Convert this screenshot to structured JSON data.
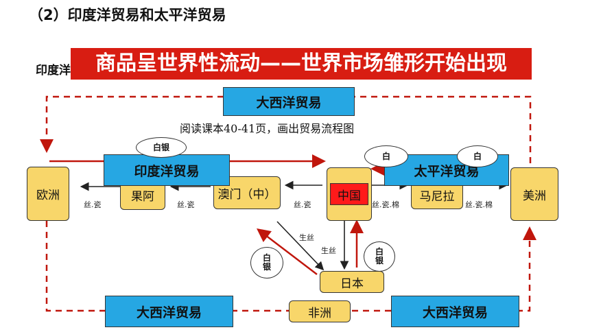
{
  "header": {
    "section_title": "（2）印度洋贸易和太平洋贸易",
    "sub_label": "印度洋"
  },
  "banner": {
    "text": "商品呈世界性流动——世界市场雏形开始出现",
    "color": "#d81d12"
  },
  "note": {
    "text": "阅读课本40-41页，画出贸易流程图"
  },
  "nodes": {
    "europe": "欧洲",
    "goa": "果阿",
    "macau": "澳门（中）",
    "china": "中国",
    "manila": "马尼拉",
    "america": "美洲",
    "japan": "日本",
    "africa": "非洲"
  },
  "trade_boxes": {
    "atlantic_top": "大西洋贸易",
    "indian": "印度洋贸易",
    "pacific": "太平洋贸易",
    "atlantic_bottom_left": "大西洋贸易",
    "atlantic_bottom_right": "大西洋贸易"
  },
  "goods": {
    "macau_to_goa": "丝.瓷",
    "goa_to_europe": "丝.瓷",
    "china_to_macau": "丝.瓷",
    "china_to_manila": "丝.瓷.棉",
    "manila_to_america": "丝.瓷.棉",
    "raw_silk_1": "生丝",
    "raw_silk_2": "生丝"
  },
  "silver": {
    "top_left": "白银",
    "top_mid": "白",
    "top_right": "白",
    "left": "白\n银",
    "right": "白\n银"
  },
  "colors": {
    "trade_blue": "#26a7e3",
    "node_yellow": "#f8d66a",
    "arrow_red": "#c0160c",
    "china_red": "#ff1a1a"
  }
}
